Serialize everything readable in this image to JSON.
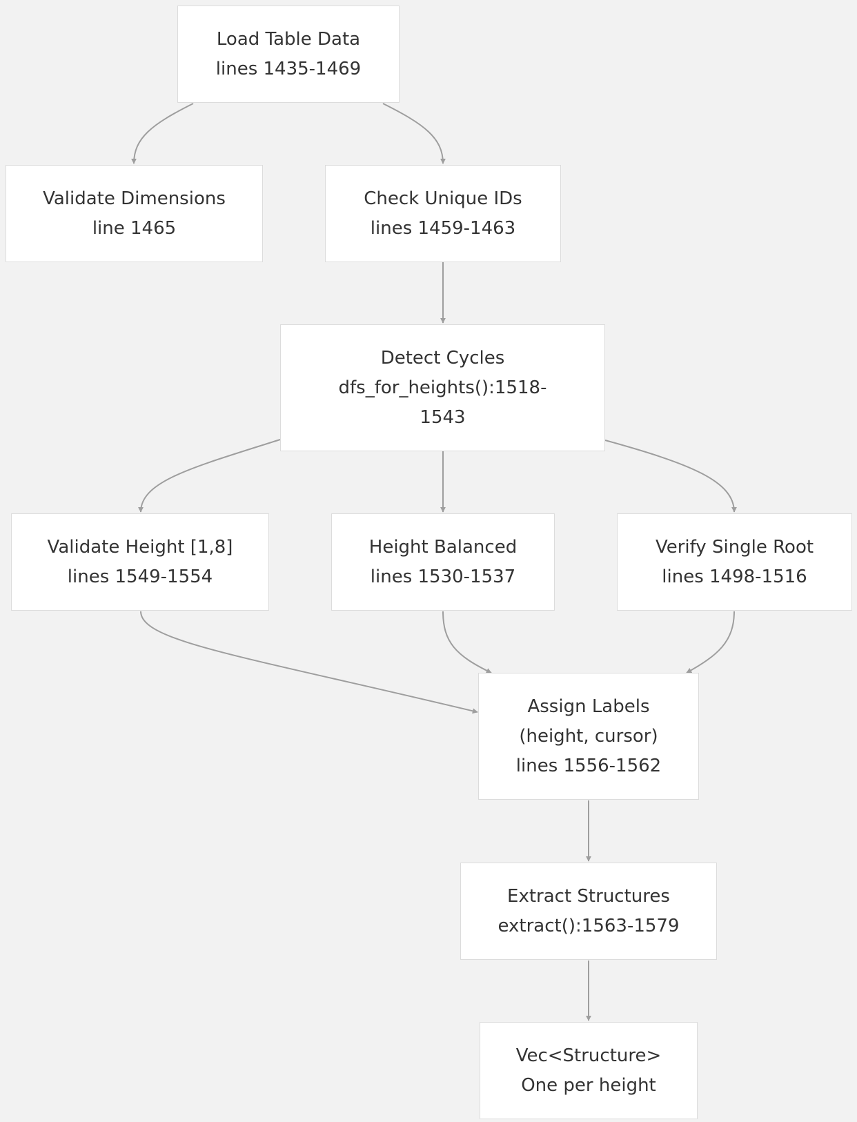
{
  "nodes": {
    "load": {
      "lines": [
        "Load Table Data",
        "lines 1435-1469"
      ]
    },
    "validate_dims": {
      "lines": [
        "Validate Dimensions",
        "line 1465"
      ]
    },
    "check_ids": {
      "lines": [
        "Check Unique IDs",
        "lines 1459-1463"
      ]
    },
    "detect_cycles": {
      "lines": [
        "Detect Cycles",
        "dfs_for_heights():1518-",
        "1543"
      ]
    },
    "validate_height": {
      "lines": [
        "Validate Height [1,8]",
        "lines 1549-1554"
      ]
    },
    "height_balanced": {
      "lines": [
        "Height Balanced",
        "lines 1530-1537"
      ]
    },
    "single_root": {
      "lines": [
        "Verify Single Root",
        "lines 1498-1516"
      ]
    },
    "assign_labels": {
      "lines": [
        "Assign Labels",
        "(height, cursor)",
        "lines 1556-1562"
      ]
    },
    "extract": {
      "lines": [
        "Extract Structures",
        "extract():1563-1579"
      ]
    },
    "output": {
      "lines": [
        "Vec<Structure>",
        "One per height"
      ]
    }
  },
  "edges": [
    [
      "load",
      "validate_dims"
    ],
    [
      "load",
      "check_ids"
    ],
    [
      "check_ids",
      "detect_cycles"
    ],
    [
      "detect_cycles",
      "validate_height"
    ],
    [
      "detect_cycles",
      "height_balanced"
    ],
    [
      "detect_cycles",
      "single_root"
    ],
    [
      "validate_height",
      "assign_labels"
    ],
    [
      "height_balanced",
      "assign_labels"
    ],
    [
      "single_root",
      "assign_labels"
    ],
    [
      "assign_labels",
      "extract"
    ],
    [
      "extract",
      "output"
    ]
  ]
}
